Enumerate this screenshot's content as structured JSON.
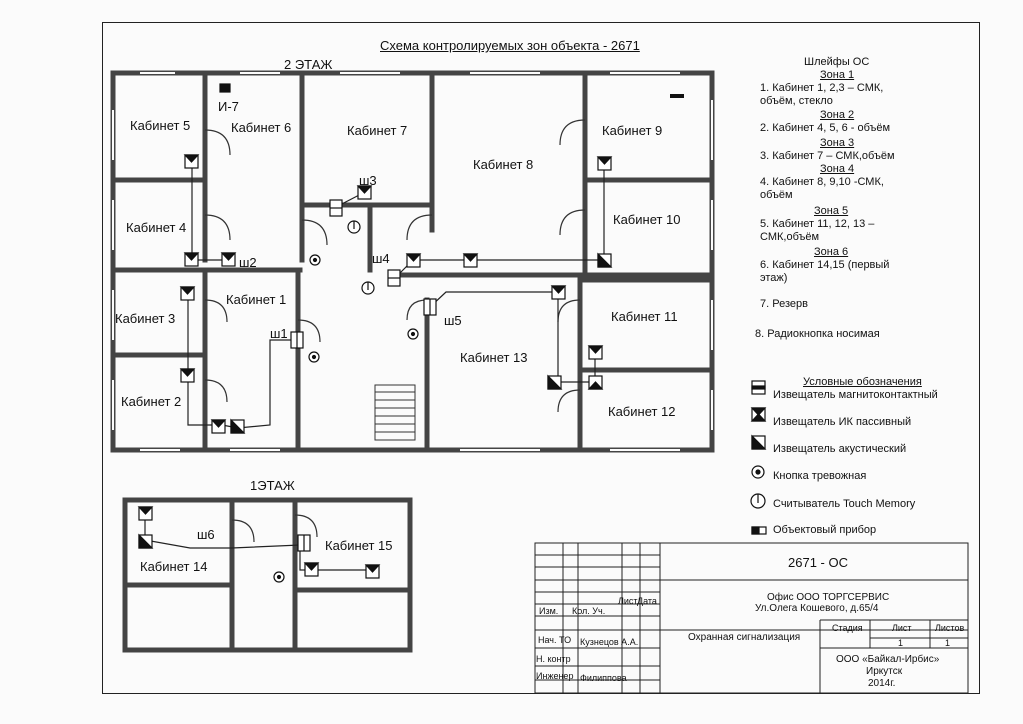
{
  "title": "Схема контролируемых зон объекта - 2671",
  "floor2": {
    "label": "2 ЭТАЖ",
    "rooms": {
      "r5": "Кабинет 5",
      "r6": "Кабинет 6",
      "r7": "Кабинет 7",
      "r8": "Кабинет 8",
      "r9": "Кабинет 9",
      "r4": "Кабинет 4",
      "r10": "Кабинет 10",
      "r1": "Кабинет 1",
      "r3": "Кабинет 3",
      "r11": "Кабинет 11",
      "r13": "Кабинет 13",
      "r2": "Кабинет 2",
      "r12": "Кабинет 12"
    },
    "loops": {
      "sh1": "ш1",
      "sh2": "ш2",
      "sh3": "ш3",
      "sh4": "ш4",
      "sh5": "ш5"
    },
    "device_label": "И-7"
  },
  "floor1": {
    "label": "1ЭТАЖ",
    "rooms": {
      "r14": "Кабинет 14",
      "r15": "Кабинет 15"
    },
    "loops": {
      "sh6": "ш6"
    }
  },
  "loops_list": {
    "heading": "Шлейфы ОС",
    "items": [
      {
        "zone": "Зона 1",
        "text": [
          "1. Кабинет 1, 2,3 – СМК,",
          "объём, стекло"
        ]
      },
      {
        "zone": "Зона 2",
        "text": [
          "2. Кабинет 4, 5, 6  - объём"
        ]
      },
      {
        "zone": "Зона 3",
        "text": [
          "3. Кабинет 7 – СМК,объём"
        ]
      },
      {
        "zone": "Зона 4",
        "text": [
          "4. Кабинет 8, 9,10  -СМК,",
          "объём"
        ]
      },
      {
        "zone": "Зона 5",
        "text": [
          "5. Кабинет 11, 12, 13 –",
          "СМК,объём"
        ]
      },
      {
        "zone": "Зона 6",
        "text": [
          "6. Кабинет 14,15 (первый",
          "этаж)"
        ]
      }
    ],
    "extra": [
      "7. Резерв",
      "8. Радиокнопка носимая"
    ]
  },
  "legend": {
    "heading": "Условные обозначения",
    "items": [
      {
        "icon": "magnetic-contact-icon",
        "label": "Извещатель магнитоконтактный"
      },
      {
        "icon": "ir-passive-icon",
        "label": "Извещатель ИК пассивный"
      },
      {
        "icon": "acoustic-icon",
        "label": "Извещатель акустический"
      },
      {
        "icon": "panic-button-icon",
        "label": "Кнопка тревожная"
      },
      {
        "icon": "touch-memory-icon",
        "label": "Считыватель Touch Memory"
      },
      {
        "icon": "panel-device-icon",
        "label": "Объектовый прибор"
      }
    ]
  },
  "stamp": {
    "code": "2671 - ОС",
    "org": "Офис ООО ТОРГСЕРВИС",
    "address": "Ул.Олега Кошевого, д.65/4",
    "izm": "Изм.",
    "kol": "Кол. Уч.",
    "list": "Лист",
    "data": "Дата",
    "nach": "Нач. ТО",
    "nach_name": "Кузнецов А.А.",
    "nkontr": "Н. контр",
    "inzh": "Инженер",
    "inzh_name": "Филиппова",
    "work": "Охранная сигнализация",
    "stadia": "Стадия",
    "sheet": "Лист",
    "sheets": "Листов",
    "sheet_val": "1",
    "sheets_val": "1",
    "company": "ООО «Байкал-Ирбис»",
    "city": "Иркутск",
    "year": "2014г."
  },
  "colors": {
    "line": "#222222",
    "wall": "#555555",
    "paper": "#fbfbfb"
  }
}
